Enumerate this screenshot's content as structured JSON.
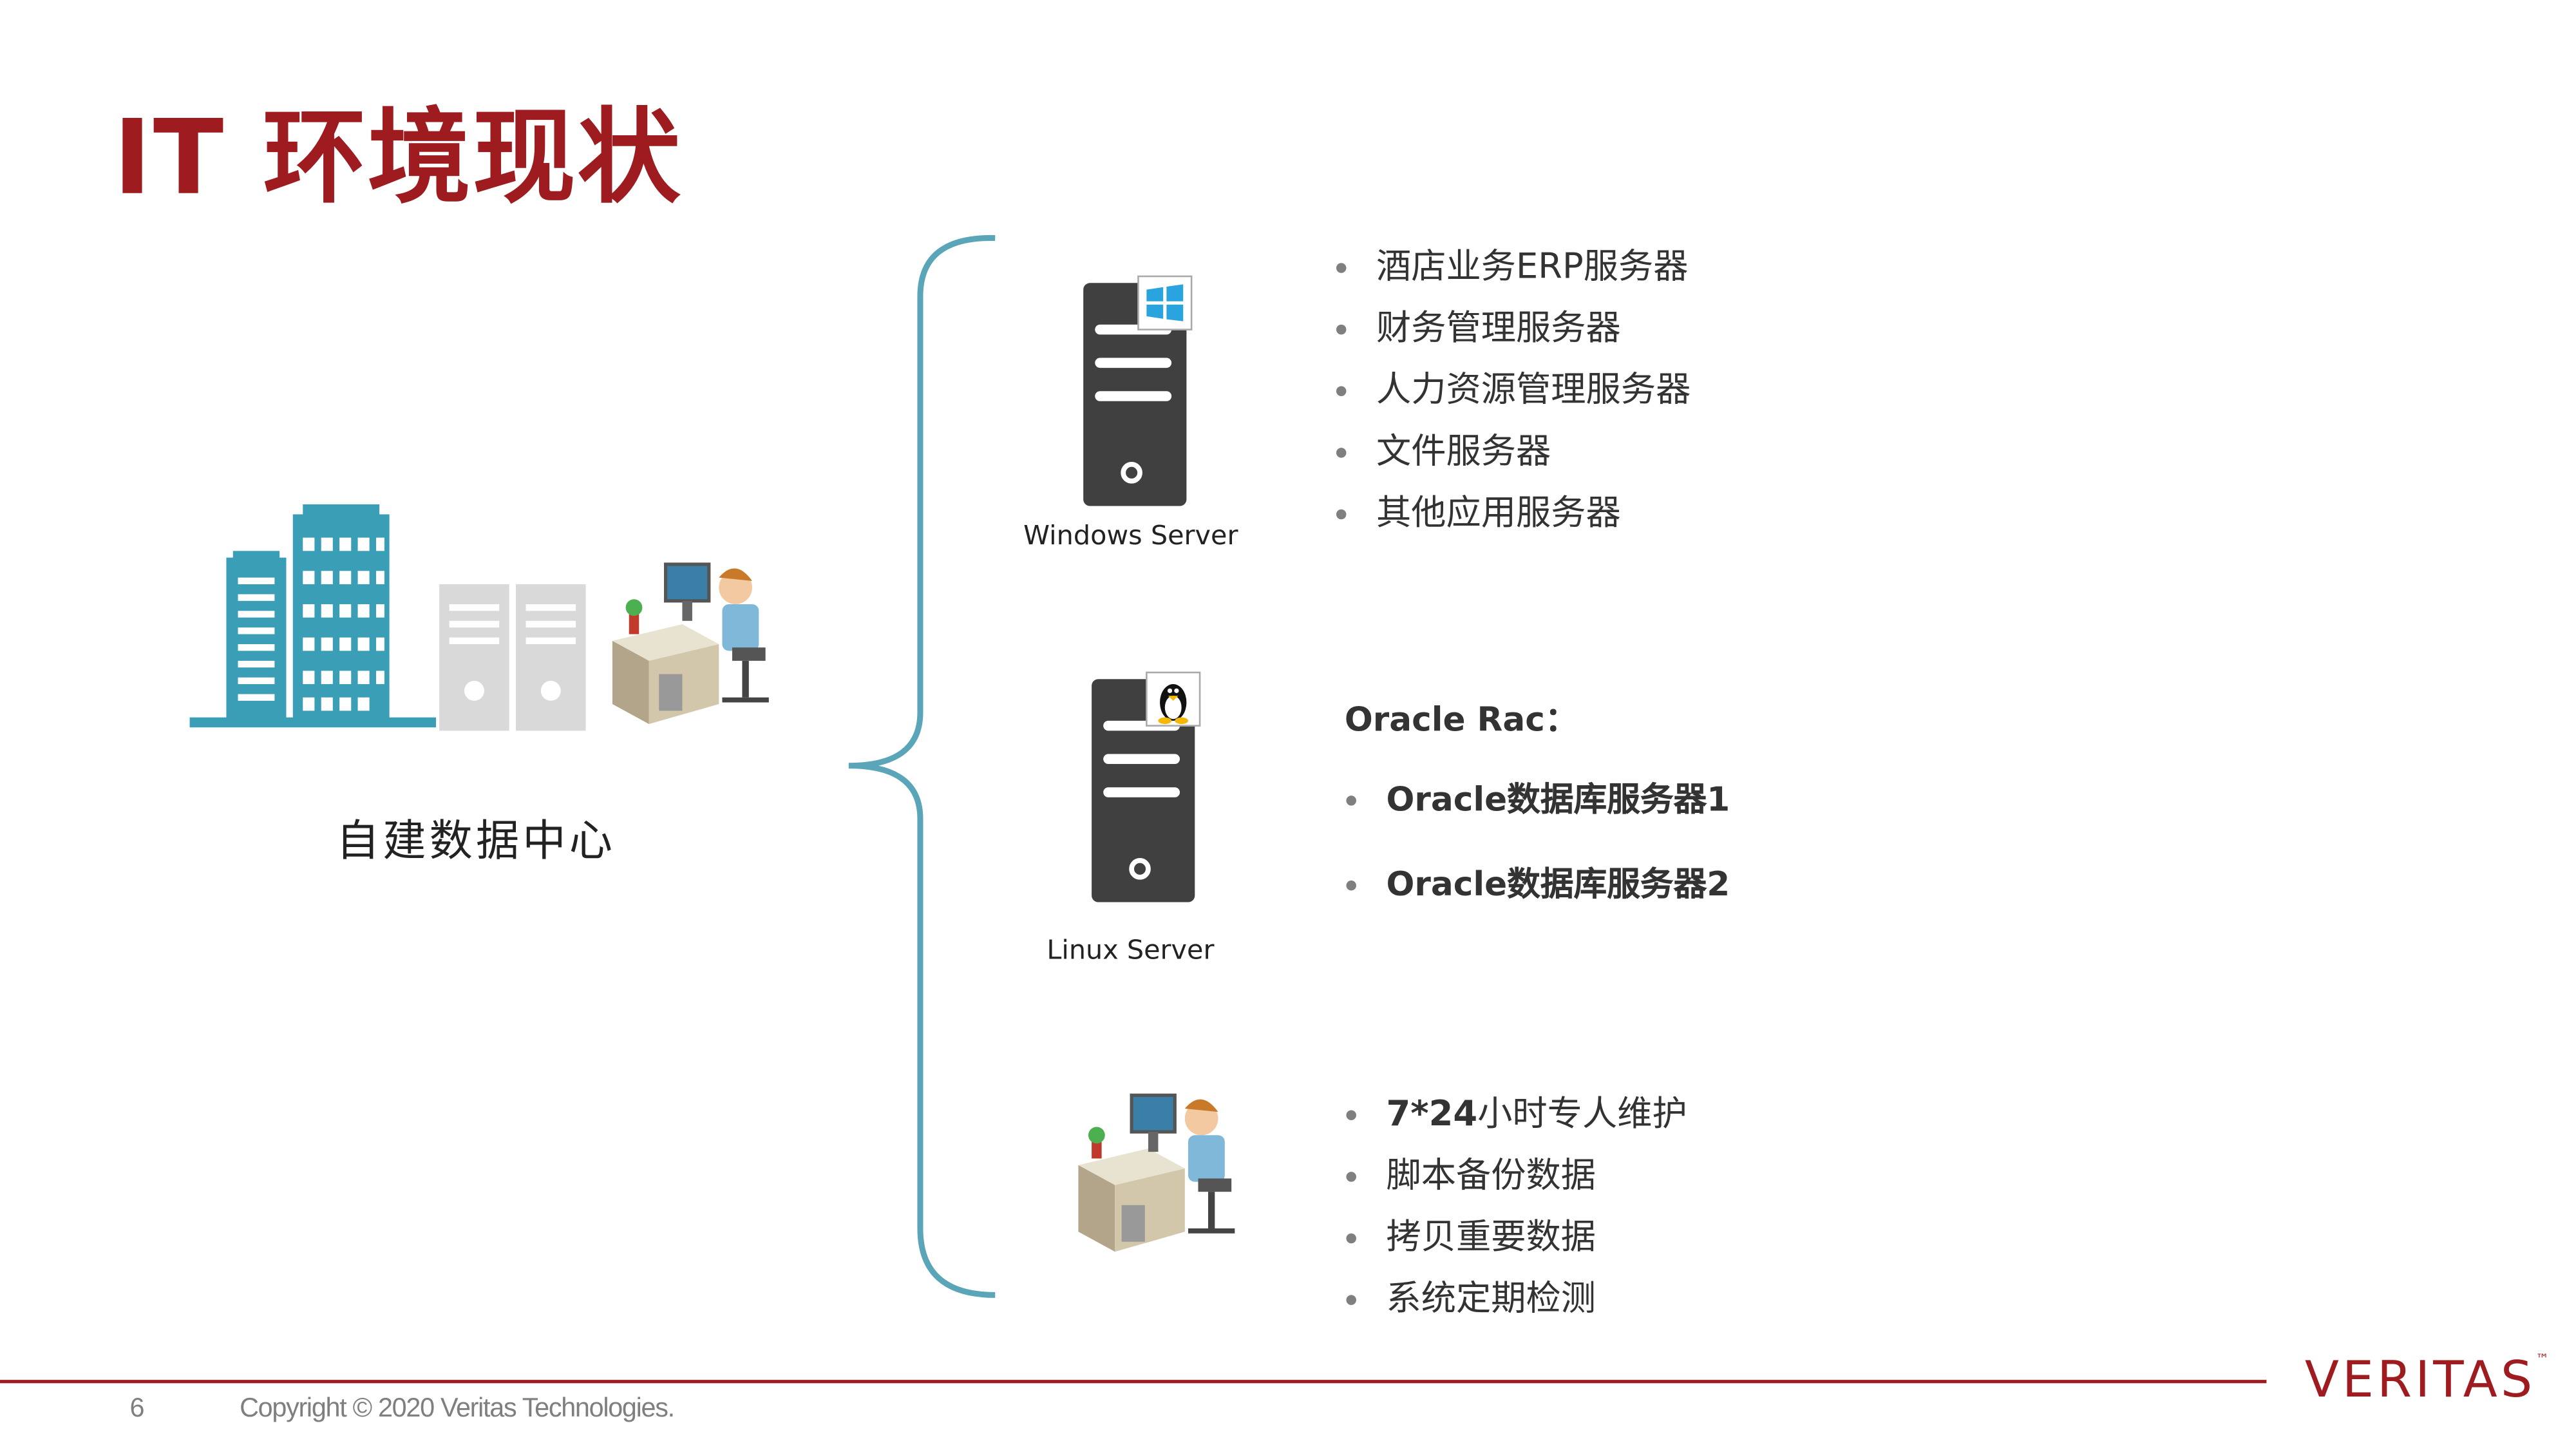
{
  "slide": {
    "title": "IT 环境现状"
  },
  "datacenter": {
    "label": "自建数据中心"
  },
  "windows_server": {
    "caption": "Windows Server",
    "items": [
      "酒店业务ERP服务器",
      "财务管理服务器",
      "人力资源管理服务器",
      "文件服务器",
      "其他应用服务器"
    ]
  },
  "linux_server": {
    "caption": "Linux Server",
    "heading": "Oracle Rac：",
    "items": [
      "Oracle数据库服务器1",
      "Oracle数据库服务器2"
    ]
  },
  "maintenance": {
    "first_number": "7*24",
    "first_rest": "小时专人维护",
    "items": [
      "脚本备份数据",
      "拷贝重要数据",
      "系统定期检测"
    ]
  },
  "footer": {
    "page_number": "6",
    "copyright": "Copyright © 2020 Veritas Technologies.",
    "logo": "VERITAS",
    "logo_tm": "™"
  },
  "colors": {
    "brand_red": "#9e1b1f",
    "teal": "#3a9fb6",
    "bracket": "#5aa6b8",
    "server_dark": "#404040",
    "server_light": "#d9d9d9"
  }
}
